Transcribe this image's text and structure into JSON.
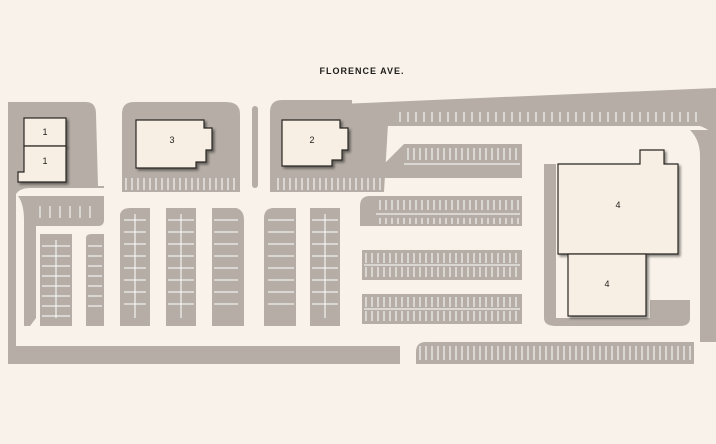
{
  "street_name": "FLORENCE AVE.",
  "buildings": [
    {
      "id": "b1a",
      "label": "1"
    },
    {
      "id": "b1b",
      "label": "1"
    },
    {
      "id": "b3",
      "label": "3"
    },
    {
      "id": "b2",
      "label": "2"
    },
    {
      "id": "b4a",
      "label": "4"
    },
    {
      "id": "b4b",
      "label": "4"
    }
  ],
  "colors": {
    "background": "#f8f2ea",
    "pavement": "#b6aea6",
    "building_fill": "#f7efe3",
    "building_outline": "#2a2623",
    "stripe": "#ffffff"
  }
}
